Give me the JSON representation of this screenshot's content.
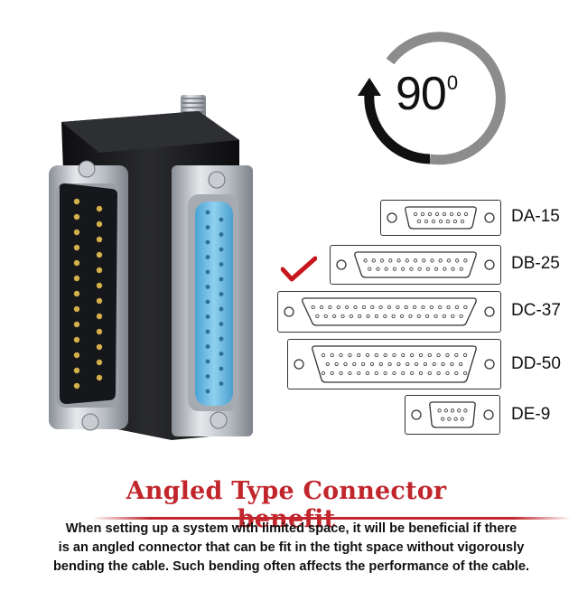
{
  "angle": {
    "value": "90",
    "sup": "0"
  },
  "connectors": [
    {
      "label": "DA-15",
      "selected": false
    },
    {
      "label": "DB-25",
      "selected": true
    },
    {
      "label": "DC-37",
      "selected": false
    },
    {
      "label": "DD-50",
      "selected": false
    },
    {
      "label": "DE-9",
      "selected": false
    }
  ],
  "title": "Angled Type Connector benefit",
  "description": [
    "When setting up a system with limited space, it will be beneficial if there",
    "is an angled connector that can be fit in the tight space without vigorously",
    "bending the cable. Such bending often affects the performance of the cable."
  ],
  "colors": {
    "title_red": "#c0262c",
    "check_red": "#c8161d",
    "female_insert": "#6cb8e0"
  }
}
